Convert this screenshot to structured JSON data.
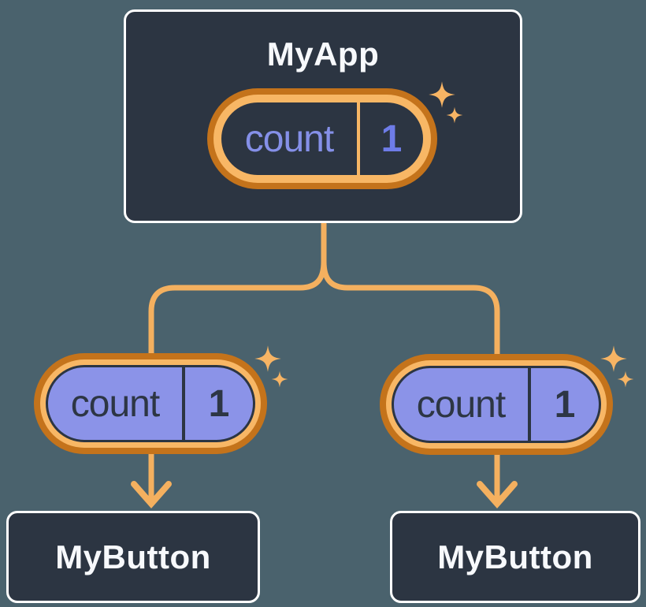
{
  "diagram": {
    "root": {
      "title": "MyApp",
      "state": {
        "label": "count",
        "value": "1"
      }
    },
    "children": [
      {
        "title": "MyButton",
        "state": {
          "label": "count",
          "value": "1"
        }
      },
      {
        "title": "MyButton",
        "state": {
          "label": "count",
          "value": "1"
        }
      }
    ]
  },
  "icons": {
    "sparkle": "sparkle-icon",
    "arrow": "arrow-down-icon"
  },
  "colors": {
    "background": "#4a626d",
    "card_fill": "#2c3542",
    "card_border": "#ffffff",
    "card_text": "#f7f9fc",
    "pill_ring_outer": "#c4731b",
    "pill_ring_inner": "#f8b765",
    "pill_fill_child": "#8b93e8",
    "pill_fill_root": "#2c3542",
    "state_label_root": "#8590e8",
    "state_value_root": "#6e7ce8",
    "state_text_child": "#2d3644",
    "connector": "#f4b05f",
    "sparkle": "#f7b464"
  }
}
